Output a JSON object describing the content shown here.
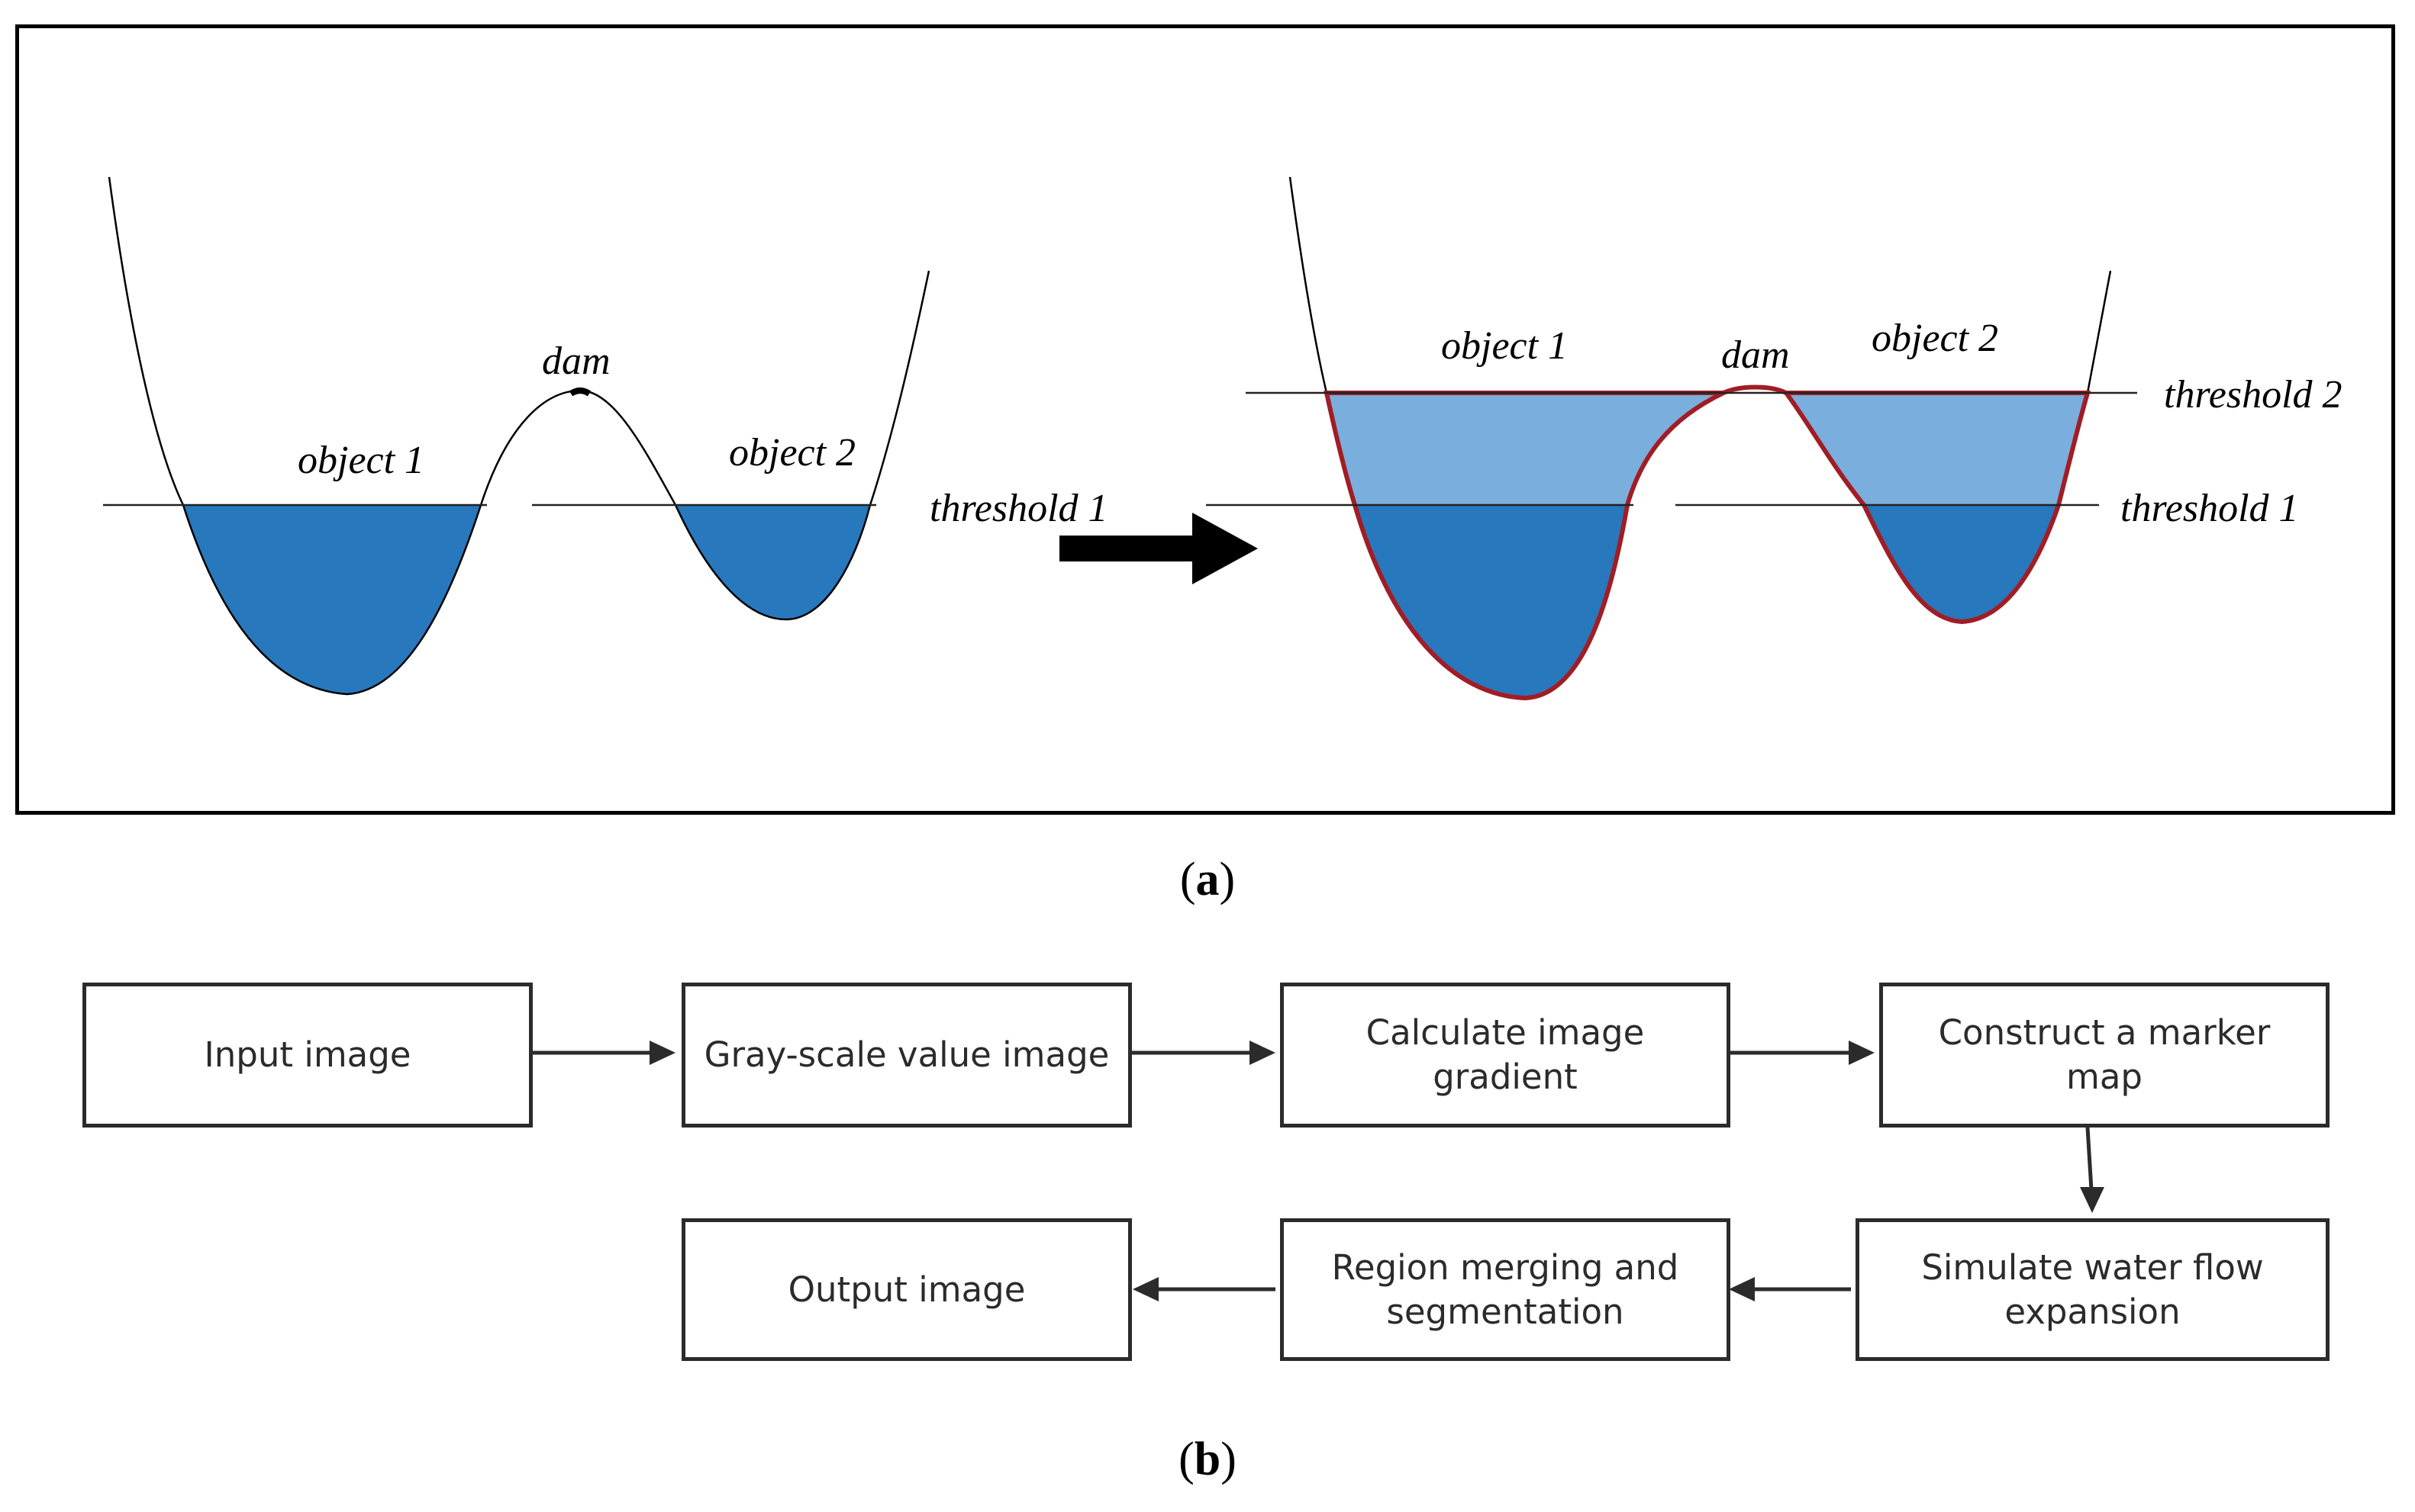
{
  "panel_a": {
    "left": {
      "label_object1": "object 1",
      "label_object2": "object 2",
      "label_dam": "dam",
      "label_threshold1": "threshold 1"
    },
    "right": {
      "label_object1": "object 1",
      "label_object2": "object 2",
      "label_dam": "dam",
      "label_threshold1": "threshold 1",
      "label_threshold2": "threshold 2"
    },
    "colors": {
      "water_low": "#2878bd",
      "water_high": "#7aaedd",
      "boundary": "#a11d25",
      "curve": "#000000",
      "arrow": "#000000"
    }
  },
  "caption_a": {
    "letter": "a"
  },
  "flowchart": {
    "input": "Input image",
    "gray": "Gray-scale value image",
    "gradient": "Calculate image gradient",
    "marker": "Construct a marker map",
    "simulate": "Simulate water flow expansion",
    "merge": "Region merging and segmentation",
    "output": "Output image"
  },
  "caption_b": {
    "letter": "b"
  }
}
